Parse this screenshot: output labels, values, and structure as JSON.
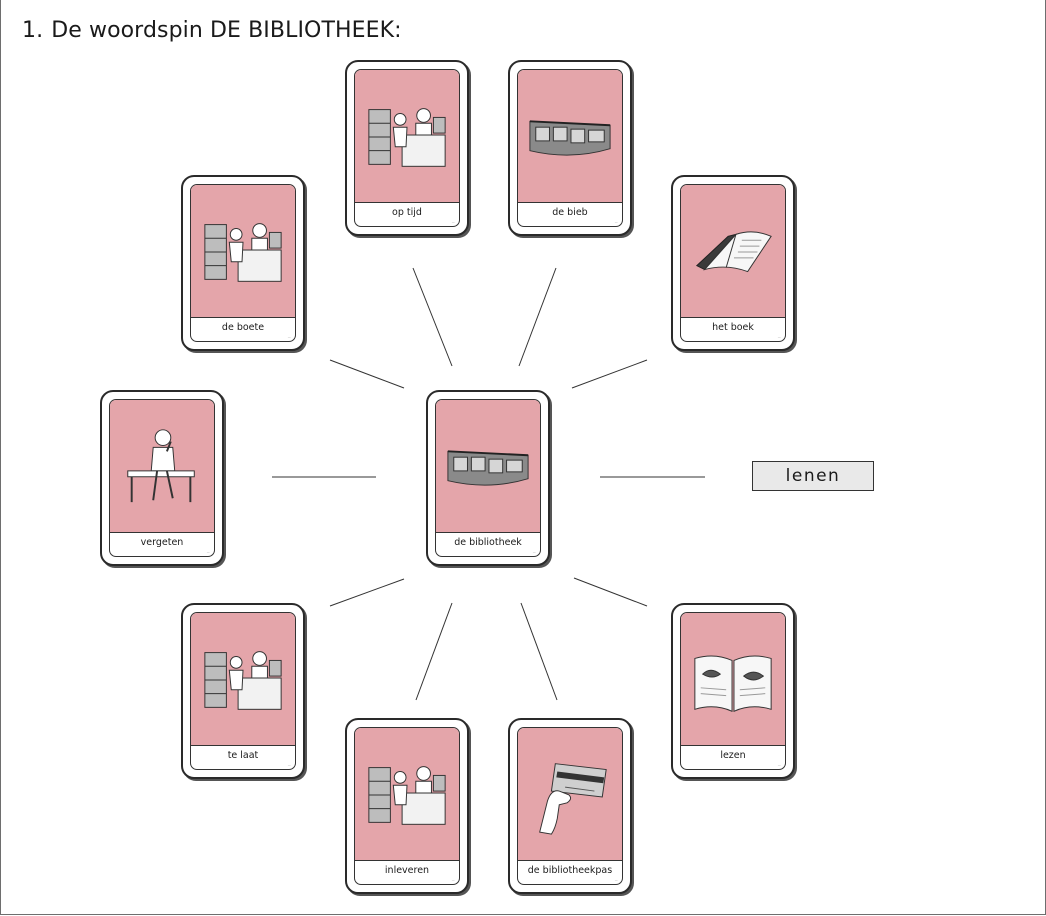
{
  "exercise": {
    "number": "1.",
    "title": "De woordspin DE BIBLIOTHEEK:"
  },
  "center_card": {
    "label": "de bibliotheek",
    "icon": "library-building"
  },
  "cards": [
    {
      "label": "op tijd",
      "icon": "library-desk"
    },
    {
      "label": "de bieb",
      "icon": "library-building"
    },
    {
      "label": "de boete",
      "icon": "library-desk"
    },
    {
      "label": "het boek",
      "icon": "open-book"
    },
    {
      "label": "vergeten",
      "icon": "thinking-person"
    },
    {
      "label": "te laat",
      "icon": "library-desk"
    },
    {
      "label": "lezen",
      "icon": "open-book-reading"
    },
    {
      "label": "inleveren",
      "icon": "library-desk"
    },
    {
      "label": "de bibliotheekpas",
      "icon": "library-card"
    }
  ],
  "answer_box": {
    "text": "lenen"
  },
  "colors": {
    "card_picture": "#e4a5aa",
    "answer_box": "#e9e9e9"
  }
}
